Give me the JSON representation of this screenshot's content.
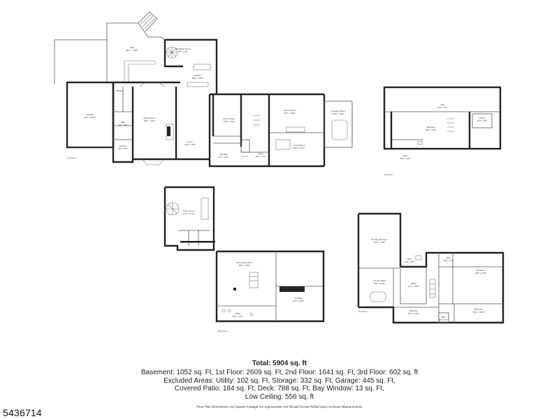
{
  "summary": {
    "total": "Total: 5904 sq. ft",
    "lines": [
      "Basement: 1052 sq. Ft, 1st Floor: 2609 sq. Ft, 2nd Floor: 1641 sq. Ft, 3rd Floor: 602 sq. ft",
      "Excluded Areas: Utility: 102 sq. Ft, Storage: 332 sq. Ft, Garage: 445 sq. Ft,",
      "Covered Patio: 184 sq. Ft, Deck: 788 sq. Ft, Bay Window: 13 sq. Ft,",
      "Low Ceiling: 556 sq. ft"
    ]
  },
  "disclaimer": "Floor Plan Dimensions And Square Footage Are Approximate And Should Not Be Relied Upon As Exact Measurements",
  "listing_number": "5436714",
  "floors": {
    "first": {
      "label": "1st Floor",
      "rooms": {
        "deck": {
          "name": "Deck",
          "dims": "50'1\" x 19'8\""
        },
        "breakfast": {
          "name": "Breakfast Room",
          "dims": "9'6\" x 9'8\""
        },
        "kitchen": {
          "name": "Kitchen",
          "dims": "20'8\" x 18'0\""
        },
        "garage": {
          "name": "Garage",
          "dims": "20'1\" x 19'9\""
        },
        "sitting": {
          "name": "Sitting Room",
          "dims": "19'0\" x 16'0\""
        },
        "foyer": {
          "name": "Foyer",
          "dims": "17'8\" x 15'8\""
        },
        "dining": {
          "name": "Dining Room",
          "dims": "14'8\" x 15'4\""
        },
        "family": {
          "name": "Family Room",
          "dims": "20'7\" x 16'9\""
        },
        "living": {
          "name": "Living Room",
          "dims": "18'0\" x 21'7\""
        },
        "patio": {
          "name": "Covered Patio",
          "dims": "11'10\" x 15'4\""
        },
        "wetbar": {
          "name": "Wet Bar",
          "dims": "11'1\" x 5'6\""
        },
        "foyer2": {
          "name": "Foyer",
          "dims": "10'4\" x 5'5\""
        },
        "laundry": {
          "name": "Laundry",
          "dims": "9'0\" x 5'5\""
        },
        "bath": {
          "name": "Bath",
          "dims": "6'4\" x 5'4\""
        }
      }
    },
    "third": {
      "label": "3rd Floor",
      "rooms": {
        "attic": {
          "name": "Attic",
          "dims": "45'4\" x 7'0\""
        },
        "bedroom": {
          "name": "Bedroom",
          "dims": "28'6\" x 11'8\""
        },
        "hvac": {
          "name": "HVAC",
          "dims": "10'7\" x 5'9\""
        },
        "attic2": {
          "name": "Attic",
          "dims": "12'0\" x 4'5\""
        }
      }
    },
    "basement": {
      "label": "Basement",
      "rooms": {
        "rec": {
          "name": "Recreation Room",
          "dims": "28'5\" x 25'9\""
        },
        "storage": {
          "name": "Storage",
          "dims": "17'0\" x 22'4\""
        },
        "utility": {
          "name": "Utility",
          "dims": "10'7\" x 9'8\""
        },
        "game": {
          "name": "Game Room",
          "dims": "17'3\" x 17'6\""
        }
      }
    },
    "second": {
      "label": "2nd Floor",
      "rooms": {
        "primary": {
          "name": "Primary Bedroom",
          "dims": "19'8\" x 21'9\""
        },
        "primarybath": {
          "name": "Primary Bath",
          "dims": "14'6\" x 13'9\""
        },
        "wic": {
          "name": "WIC",
          "dims": "11'6\" x 5'6\""
        },
        "office": {
          "name": "Office",
          "dims": "11'7\" x 10'8\""
        },
        "bedroom1": {
          "name": "Bedroom",
          "dims": "16'8\" x 12'8\""
        },
        "bedroom2": {
          "name": "Bedroom",
          "dims": "15'4\" x 16'0\""
        },
        "bedroom3": {
          "name": "Bedroom",
          "dims": "15'4\" x 16'8\""
        },
        "bath1": {
          "name": "Bath",
          "dims": "10'3\" x 8'7\""
        },
        "bath2": {
          "name": "Bath",
          "dims": "8'8\" x 5'7\""
        }
      }
    }
  }
}
